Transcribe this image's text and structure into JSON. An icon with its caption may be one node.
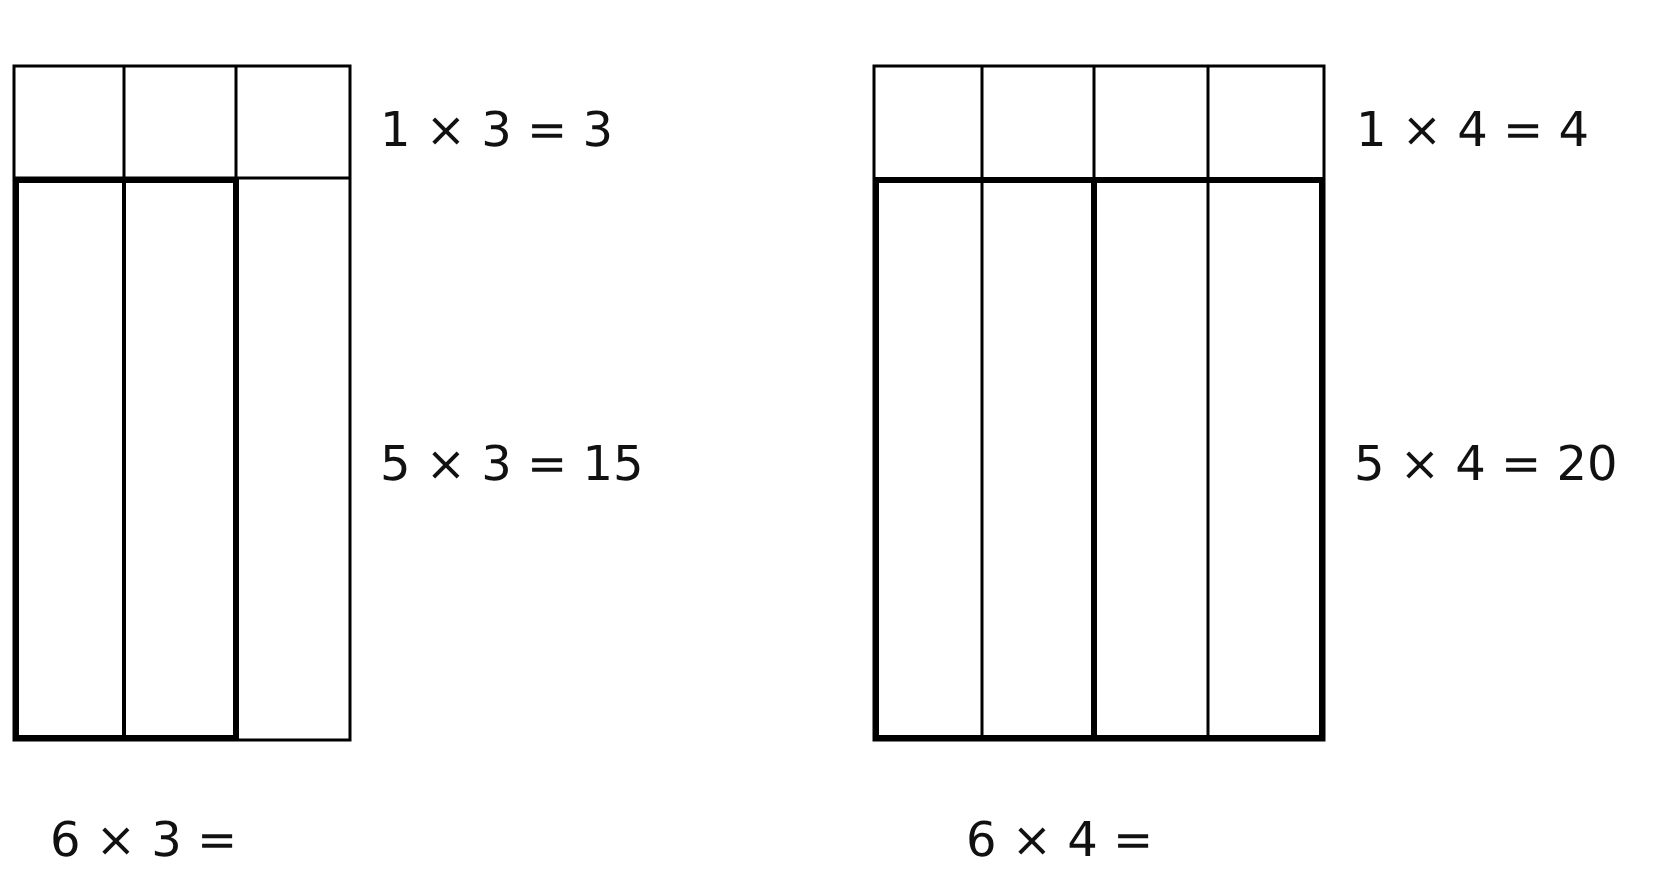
{
  "diagram": {
    "labels": [
      "1 × 3 = 3",
      "1 × 4 = 4",
      "5 × 3 = 15",
      "5 × 4 = 20",
      "6 × 3 =",
      "6 × 4 ="
    ]
  }
}
